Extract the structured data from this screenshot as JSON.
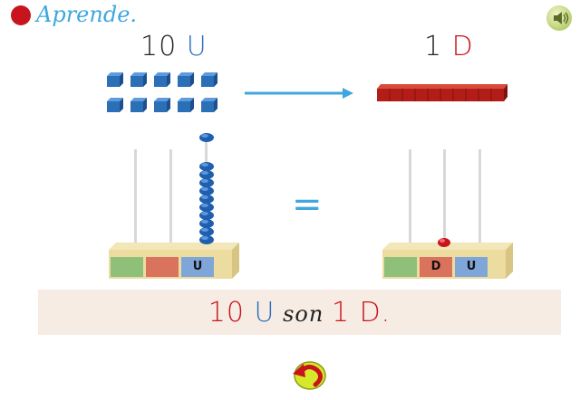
{
  "header": {
    "title": "Aprende.",
    "sound_icon": "speaker-icon"
  },
  "left": {
    "label_number": "10",
    "label_unit": "U",
    "blocks_count": 10,
    "abacus_unit_label": "U",
    "beads_on_unit_rod": 10
  },
  "right": {
    "label_number": "1",
    "label_unit": "D",
    "rod_blocks": 10,
    "abacus_labels": [
      "D",
      "U"
    ],
    "beads_on_tens_rod": 1
  },
  "equals": "=",
  "sentence": {
    "part1": "10 U",
    "part2": " son ",
    "part3": "1 D."
  },
  "colors": {
    "accent": "#3fa7dd",
    "unit_blue": "#2b6fb7",
    "ten_red": "#c8141c"
  },
  "footer": {
    "back_icon": "undo-arrow-icon"
  }
}
